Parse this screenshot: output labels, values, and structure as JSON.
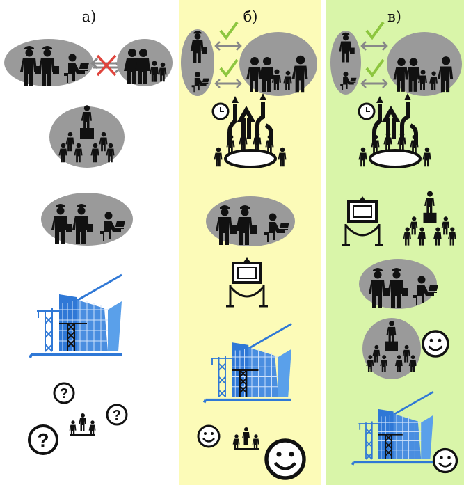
{
  "columns": [
    {
      "id": "a",
      "label": "а)"
    },
    {
      "id": "b",
      "label": "б)"
    },
    {
      "id": "c",
      "label": "в)"
    }
  ],
  "colors": {
    "panel_b": "#fcfbb8",
    "panel_c": "#d9f5a9",
    "oval": "#9a9a9a",
    "icon": "#111111",
    "check": "#8dc63f",
    "cross": "#e0443c",
    "arrow": "#888888",
    "building": "#2f78d6"
  },
  "icons": {
    "workers_group": "workers-group-icon",
    "family_group": "family-group-icon",
    "broken_link": "crossed-arrow-icon",
    "approved_link": "check-arrow-icon",
    "presentation": "lecture-presentation-icon",
    "meeting": "round-table-meeting-icon",
    "clock": "clock-icon",
    "exhibit": "roped-exhibit-icon",
    "construction": "building-crane-icon",
    "questions": "question-mark-icon",
    "smiley": "smiley-face-icon",
    "group": "people-group-icon"
  },
  "symbols": {
    "question": "?"
  }
}
